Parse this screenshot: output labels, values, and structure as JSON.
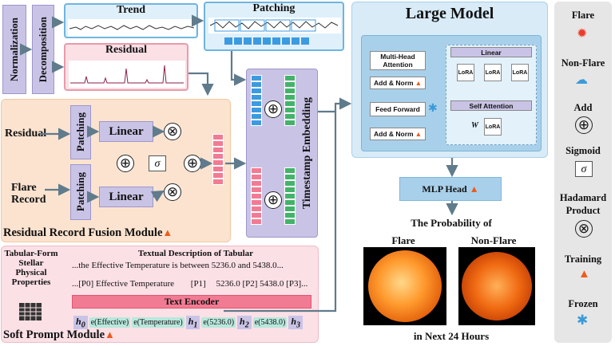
{
  "left": {
    "normalization": "Normalization",
    "decomposition": "Decomposition",
    "trend": "Trend",
    "residual": "Residual",
    "patching_top": "Patching"
  },
  "fusion": {
    "title": "Residual Record Fusion Module",
    "input_residual": "Residual",
    "input_flare_record_1": "Flare",
    "input_flare_record_2": "Record",
    "patching_1": "Patching",
    "patching_2": "Patching",
    "linear_1": "Linear",
    "linear_2": "Linear",
    "sigma": "σ"
  },
  "embedding": {
    "label": "Timestamp  Embedding"
  },
  "large_model": {
    "title": "Large Model",
    "multi_head": "Multi-Head Attention",
    "add_norm_1": "Add & Norm",
    "feed_forward": "Feed Forward",
    "add_norm_2": "Add & Norm",
    "linear": "Linear",
    "self_attention": "Self Attention",
    "lora": "LoRA",
    "w": "W"
  },
  "head": {
    "mlp": "MLP Head",
    "probability": "The Probability of",
    "flare": "Flare",
    "nonflare": "Non-Flare",
    "next24": "in Next 24 Hours"
  },
  "prompt": {
    "title": "Soft Prompt Module",
    "tabular_1": "Tabular-Form",
    "tabular_2": "Stellar",
    "tabular_3": "Physical",
    "tabular_4": "Properties",
    "textual_desc": "Textual Description of Tabular",
    "sentence": "...the Effective Temperature is between 5236.0 and 5438.0...",
    "p_row": [
      "...[P0] Effective Temperature",
      "[P1]",
      "5236.0 [P2] 5438.0 [P3]..."
    ],
    "encoder": "Text Encoder",
    "tokens": [
      {
        "h": "h",
        "sub": "0"
      },
      {
        "t": "e(Effective)"
      },
      {
        "t": "e(Temperature)"
      },
      {
        "h": "h",
        "sub": "1"
      },
      {
        "t": "e(5236.0)"
      },
      {
        "h": "h",
        "sub": "2"
      },
      {
        "t": "e(5438.0)"
      },
      {
        "h": "h",
        "sub": "3"
      }
    ]
  },
  "legend": {
    "flare": "Flare",
    "nonflare": "Non-Flare",
    "add": "Add",
    "sigmoid": "Sigmoid",
    "sigma": "σ",
    "hadamard_1": "Hadamard",
    "hadamard_2": "Product",
    "training": "Training",
    "frozen": "Frozen"
  },
  "colors": {
    "purple": "#c9c4e6",
    "peach": "#fbe3cf",
    "pink_bg": "#fbe0e6",
    "pink_stack": "#f27b94",
    "blue_stack": "#3c9be0",
    "green_stack": "#43b36a",
    "large_model_bg": "#d8ebf7",
    "legend_bg": "#e6e6e6",
    "fire": "#ee5b1c",
    "snow": "#3b9ad8"
  }
}
